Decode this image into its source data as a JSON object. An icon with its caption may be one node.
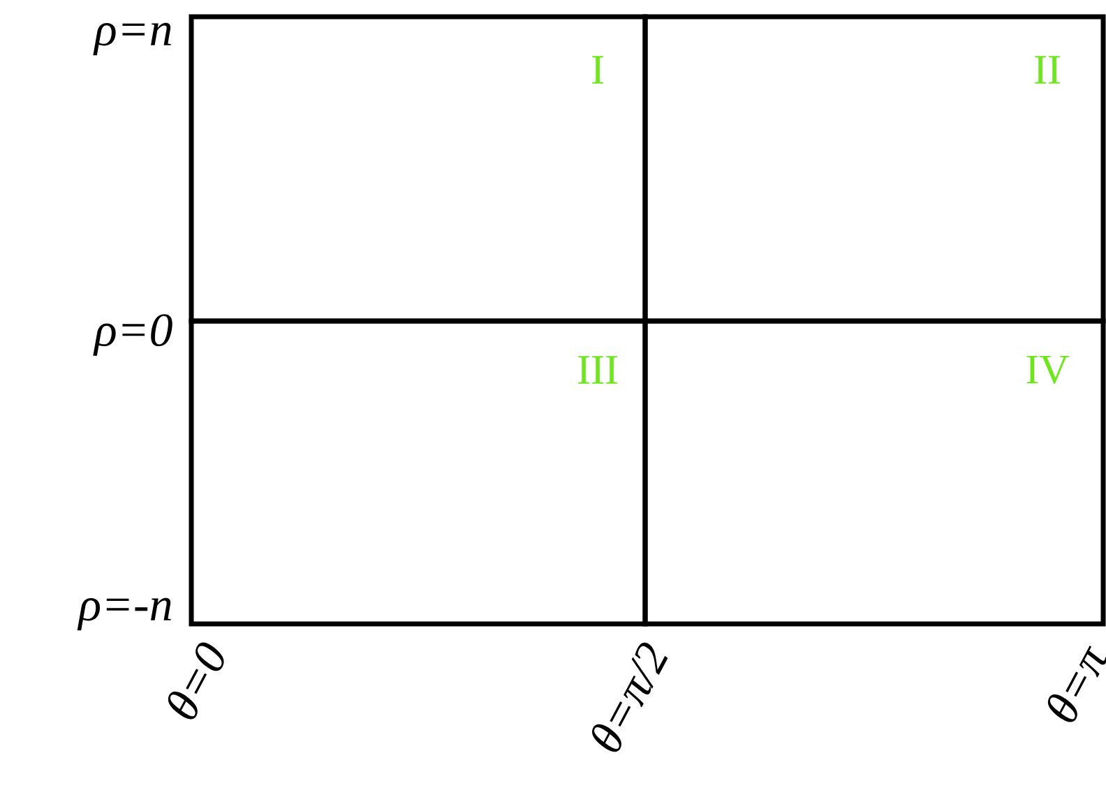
{
  "diagram": {
    "nodes": [
      {
        "text": [
          "I"
        ]
      },
      {
        "text": [
          "II"
        ]
      },
      {
        "text": [
          "III"
        ]
      },
      {
        "text": [
          "IV"
        ]
      }
    ],
    "labels": [
      "ρ=n",
      "ρ=0",
      "ρ=-n",
      "θ=0",
      "θ=π/2",
      "θ=π"
    ]
  }
}
